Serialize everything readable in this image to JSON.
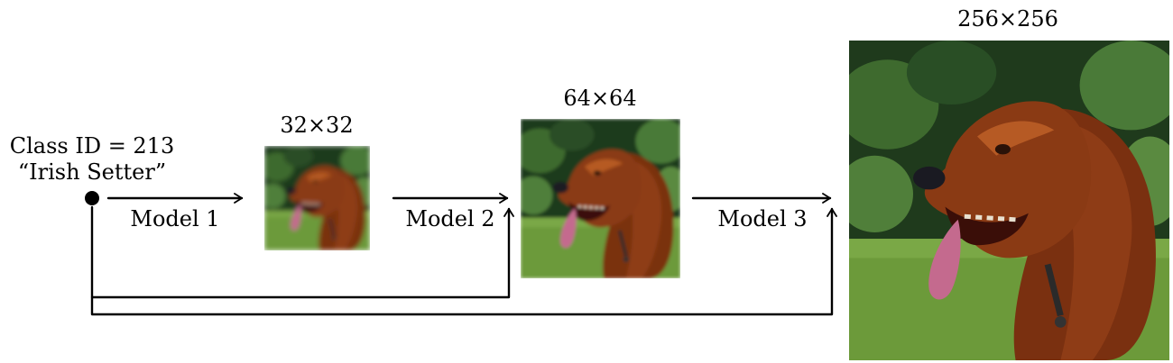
{
  "input": {
    "class_label": "Class ID = 213",
    "class_name": "“Irish Setter”"
  },
  "models": [
    {
      "label": "Model 1"
    },
    {
      "label": "Model 2"
    },
    {
      "label": "Model 3"
    }
  ],
  "outputs": [
    {
      "resolution": "32×32",
      "image": "irish-setter-dog-32",
      "pixelation": 32
    },
    {
      "resolution": "64×64",
      "image": "irish-setter-dog-64",
      "pixelation": 64
    },
    {
      "resolution": "256×256",
      "image": "irish-setter-dog-256",
      "pixelation": 256
    }
  ],
  "colors": {
    "grass": "#6c9a3a",
    "foliage": "#1f3a1c",
    "fur": "#8a3a14",
    "fur_highlight": "#b65a24",
    "tongue": "#c46a8e",
    "nose": "#1a1a22"
  }
}
